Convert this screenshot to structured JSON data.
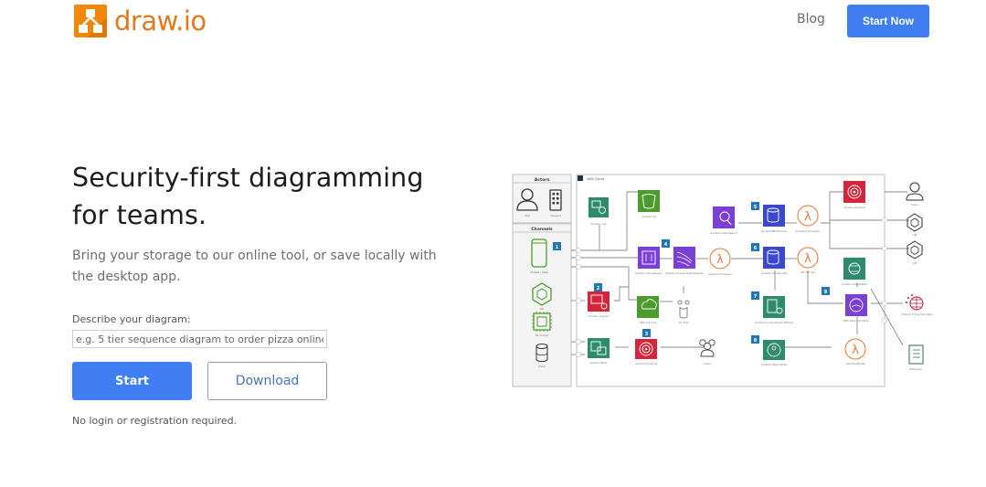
{
  "header": {
    "logo_text": "draw.io",
    "logo_color": "#f08705",
    "nav": [
      {
        "label": "Blog"
      }
    ],
    "cta_label": "Start Now",
    "accent_color": "#3f7ef3"
  },
  "hero": {
    "title_line1": "Security-first diagramming",
    "title_line2": "for teams.",
    "subtitle": "Bring your storage to our online tool, or save locally with the desktop app.",
    "prompt_label": "Describe your diagram:",
    "prompt_value": "",
    "prompt_placeholder": "e.g. 5 tier sequence diagram to order pizza online",
    "start_label": "Start",
    "download_label": "Download",
    "footnote": "No login or registration required."
  },
  "diagram": {
    "actors_panel_title": "Actors",
    "channels_panel_title": "Channels",
    "cloud_title": "AWS Cloud",
    "actors": [
      {
        "label": "User",
        "icon": "user-icon"
      },
      {
        "label": "Keypad",
        "icon": "keypad-icon"
      }
    ],
    "channels": [
      {
        "label": "Mobile / Web",
        "icon": "mobile-icon"
      },
      {
        "label": "API",
        "icon": "cube-icon"
      },
      {
        "label": "Microchip",
        "icon": "chip-icon"
      },
      {
        "label": "Data",
        "icon": "database-icon"
      }
    ],
    "step_badges": [
      "1",
      "2",
      "3",
      "4",
      "5",
      "6",
      "7",
      "8",
      "9"
    ],
    "services": [
      {
        "label": "Amazon Lex",
        "color": "#2e8b6e",
        "icon": "lex-icon"
      },
      {
        "label": "Amazon S3",
        "color": "#4d9a2d",
        "icon": "bucket-icon"
      },
      {
        "label": "Amazon API Gateway",
        "color": "#7b3fd6",
        "icon": "api-gateway-icon"
      },
      {
        "label": "Amazon Kinesis Data Streams",
        "color": "#7b3fd6",
        "icon": "kinesis-icon"
      },
      {
        "label": "Amazon Processor",
        "color": "#e07a3a",
        "icon": "lambda-icon"
      },
      {
        "label": "Amazon OpenSearch",
        "color": "#7b3fd6",
        "icon": "search-service-icon"
      },
      {
        "label": "DynamoDB Streams",
        "color": "#3b48cc",
        "icon": "dynamodb-icon"
      },
      {
        "label": "Amazon DynamoDB",
        "color": "#3b48cc",
        "icon": "dynamodb-icon"
      },
      {
        "label": "Analytics Processor",
        "color": "#e07a3a",
        "icon": "lambda-icon"
      },
      {
        "label": "SAL Process",
        "color": "#e07a3a",
        "icon": "lambda-icon"
      },
      {
        "label": "Amazon Pinpoint",
        "color": "#d6243b",
        "icon": "pinpoint-icon"
      },
      {
        "label": "Amazon SageMaker",
        "color": "#2e8b6e",
        "icon": "sagemaker-icon"
      },
      {
        "label": "Amazon Cognito",
        "color": "#d6243b",
        "icon": "cognito-icon"
      },
      {
        "label": "AWS IoT Core",
        "color": "#4d9a2d",
        "icon": "iot-core-icon"
      },
      {
        "label": "IoT Hub",
        "color": "#666666",
        "icon": "iot-hub-icon"
      },
      {
        "label": "Amazon Comprehend Medical",
        "color": "#2e8b6e",
        "icon": "comprehend-icon"
      },
      {
        "label": "AWS Lake Formation",
        "color": "#7b3fd6",
        "icon": "lake-formation-icon"
      },
      {
        "label": "Amazon Polly",
        "color": "#2e8b6e",
        "icon": "polly-icon"
      },
      {
        "label": "Amazon Pinpoint",
        "color": "#d6243b",
        "icon": "pinpoint-icon"
      },
      {
        "label": "Users",
        "color": "#444444",
        "icon": "users-icon"
      },
      {
        "label": "Amazon Personalize",
        "color": "#2e8b6e",
        "icon": "personalize-icon"
      },
      {
        "label": "Lambda Model",
        "color": "#e07a3a",
        "icon": "lambda-icon"
      }
    ],
    "outputs": [
      {
        "label": "Users",
        "icon": "user-icon"
      },
      {
        "label": "API",
        "icon": "cube-icon"
      },
      {
        "label": "API",
        "icon": "cube-icon"
      },
      {
        "label": "Amazon Transcribe Data",
        "icon": "globe-icon"
      },
      {
        "label": "Notebook",
        "icon": "notebook-icon"
      }
    ]
  }
}
